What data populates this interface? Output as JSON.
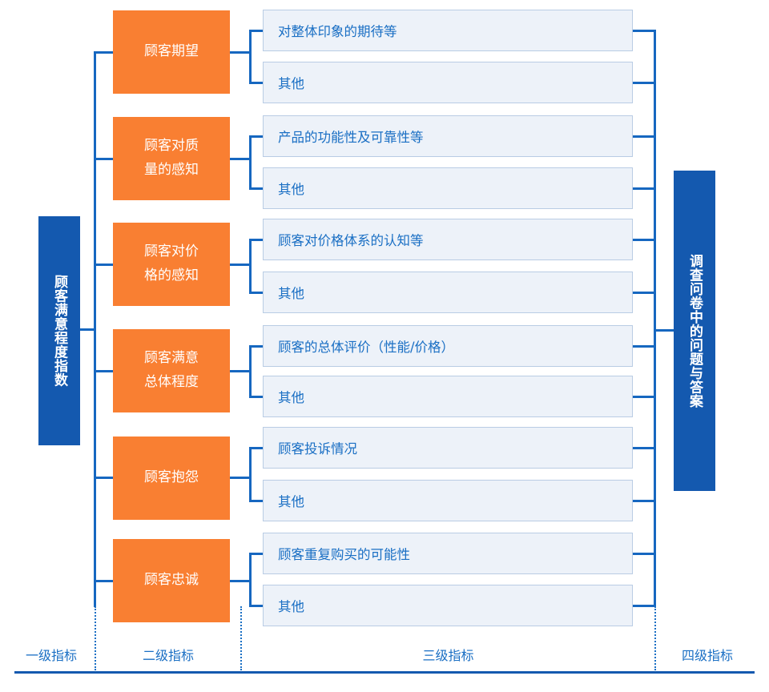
{
  "diagram": {
    "title_level1": "顾客满意程度指数",
    "title_level4": "调查问卷中的问题与答案",
    "accent_blue": "#1459AF",
    "accent_orange": "#F97F32",
    "line_blue": "#1667C0",
    "box_fill_light": "#EDF2F9",
    "box_border_light": "#B9CCE4",
    "text_blue": "#1A6FC4"
  },
  "level2": [
    {
      "label": "顾客期望"
    },
    {
      "label": "顾客对质\n量的感知"
    },
    {
      "label": "顾客对价\n格的感知"
    },
    {
      "label": "顾客满意\n总体程度"
    },
    {
      "label": "顾客抱怨"
    },
    {
      "label": "顾客忠诚"
    }
  ],
  "level3": [
    {
      "label": "对整体印象的期待等"
    },
    {
      "label": "其他"
    },
    {
      "label": "产品的功能性及可靠性等"
    },
    {
      "label": "其他"
    },
    {
      "label": "顾客对价格体系的认知等"
    },
    {
      "label": "其他"
    },
    {
      "label": "顾客的总体评价（性能/价格）"
    },
    {
      "label": "其他"
    },
    {
      "label": "顾客投诉情况"
    },
    {
      "label": "其他"
    },
    {
      "label": "顾客重复购买的可能性"
    },
    {
      "label": "其他"
    }
  ],
  "footer": {
    "labels": [
      {
        "label": "一级指标"
      },
      {
        "label": "二级指标"
      },
      {
        "label": "三级指标"
      },
      {
        "label": "四级指标"
      }
    ]
  }
}
